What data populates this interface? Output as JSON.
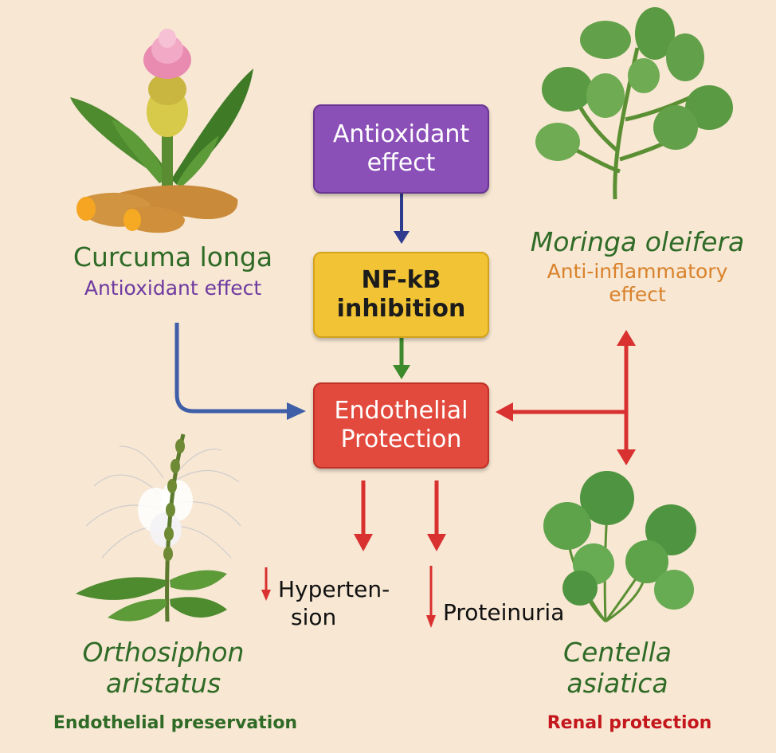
{
  "boxes": {
    "antioxidant": {
      "line1": "Antioxidant",
      "line2": "effect"
    },
    "nfkb": {
      "line1": "NF-kB",
      "line2": "inhibition"
    },
    "endothelial": {
      "line1": "Endothelial",
      "line2": "Protection"
    }
  },
  "plants": {
    "curcuma": {
      "name": "Curcuma longa",
      "effect": "Antioxidant effect"
    },
    "moringa": {
      "name": "Moringa oleifera",
      "effect_line1": "Anti-inflammatory",
      "effect_line2": "effect"
    },
    "orthosiphon": {
      "name_line1": "Orthosiphon",
      "name_line2": "aristatus",
      "effect": "Endothelial preservation"
    },
    "centella": {
      "name_line1": "Centella",
      "name_line2": "asiatica",
      "effect": "Renal protection"
    }
  },
  "outcomes": {
    "hypertension": {
      "line1": "Hyperten-",
      "line2": "sion"
    },
    "proteinuria": {
      "text": "Proteinuria"
    }
  },
  "colors": {
    "antioxidant_box": "#8b4fb8",
    "nfkb_box": "#f2c435",
    "endothelial_box": "#e34a3e",
    "plant_name": "#2f6b26",
    "antioxidant_text": "#6e3aa0",
    "antiinflammatory_text": "#d9822b",
    "renal_text": "#c4161c",
    "arrow_blue": "#3f5ea8",
    "arrow_navy": "#2e3b8f",
    "arrow_green": "#3d8a2c",
    "arrow_red": "#d93030"
  },
  "icons": [
    "turmeric-plant-icon",
    "moringa-branch-icon",
    "orthosiphon-flower-icon",
    "centella-leaves-icon"
  ]
}
